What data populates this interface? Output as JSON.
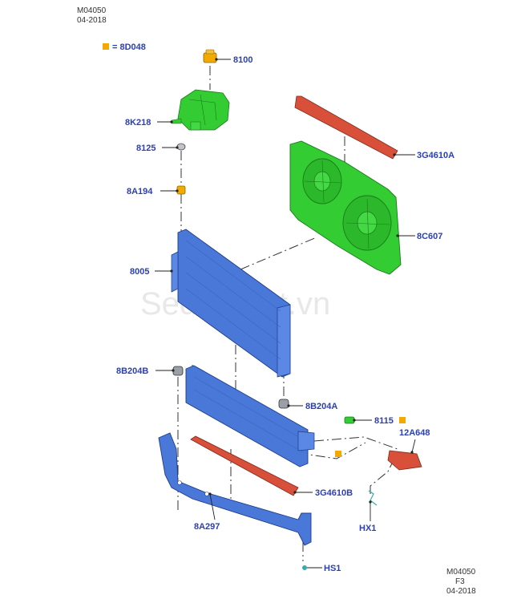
{
  "header": {
    "code": "M04050",
    "date": "04-2018"
  },
  "footer": {
    "code": "M04050",
    "sheet": "F3",
    "date": "04-2018"
  },
  "watermark": "SedanViet.vn",
  "legend": {
    "symbol_text": "= 8D048",
    "symbol_color": "#f2a900"
  },
  "colors": {
    "label": "#2a3fb5",
    "blue_part": "#4a78d8",
    "green_part": "#33cc33",
    "red_part": "#d9503a",
    "yellow_part": "#f2a900"
  },
  "labels": {
    "p8100": "8100",
    "p8K218": "8K218",
    "p8125": "8125",
    "p8A194": "8A194",
    "p3G4610A": "3G4610A",
    "p8C607": "8C607",
    "p8005": "8005",
    "p8B204B": "8B204B",
    "p8B204A": "8B204A",
    "p8115": "8115",
    "p12A648": "12A648",
    "p3G4610B": "3G4610B",
    "p8A297": "8A297",
    "pHX1": "HX1",
    "pHS1": "HS1"
  }
}
